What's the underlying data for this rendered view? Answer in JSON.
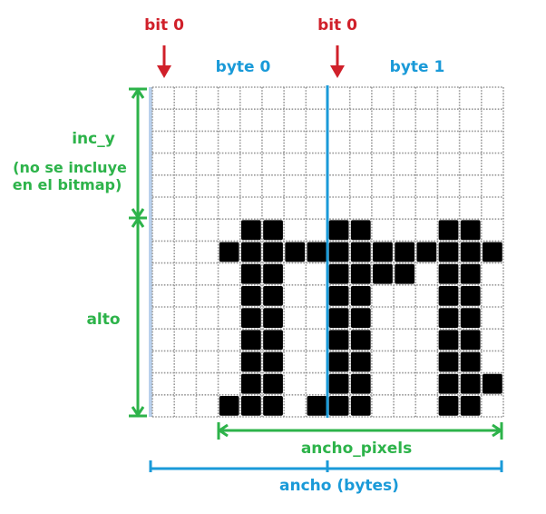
{
  "labels": {
    "bit0_left": "bit 0",
    "bit0_right": "bit 0",
    "byte0": "byte 0",
    "byte1": "byte 1",
    "inc_y": "inc_y",
    "inc_y_note_line1": "(no se incluye",
    "inc_y_note_line2": "en el bitmap)",
    "alto": "alto",
    "ancho_pixels": "ancho_pixels",
    "ancho_bytes": "ancho (bytes)"
  },
  "colors": {
    "red": "#d0202a",
    "blue": "#1a9ad8",
    "green": "#2db34a",
    "pixel_on": "#000000",
    "grid": "#999999"
  },
  "grid": {
    "cols": 16,
    "rows": 15,
    "inc_y_rows": 6,
    "byte_boundary_col": 8,
    "bitmap": [
      "................",
      "................",
      "................",
      "................",
      "................",
      "................",
      "....##..##...##.",
      "...#############",
      "....##..####.##.",
      "....##..##...##.",
      "....##..##...##.",
      "....##..##...##.",
      "....##..##...##.",
      "....##..##...###",
      "...###.###...##."
    ]
  }
}
